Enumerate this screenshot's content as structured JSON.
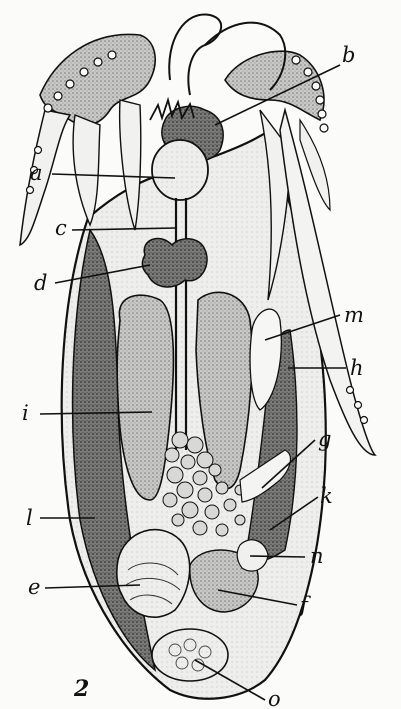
{
  "figure": {
    "number": "2",
    "labels": {
      "a": "a",
      "b": "b",
      "c": "c",
      "d": "d",
      "m": "m",
      "h": "h",
      "i": "i",
      "g": "g",
      "l": "l",
      "k": "k",
      "n": "n",
      "e": "e",
      "f": "f",
      "o": "o"
    }
  },
  "colors": {
    "ink": "#111111",
    "dark_stipple": "#6d6d6d",
    "mid_stipple": "#b8b8b6",
    "light_tissue": "#ececea",
    "paper": "#fbfbfa"
  }
}
